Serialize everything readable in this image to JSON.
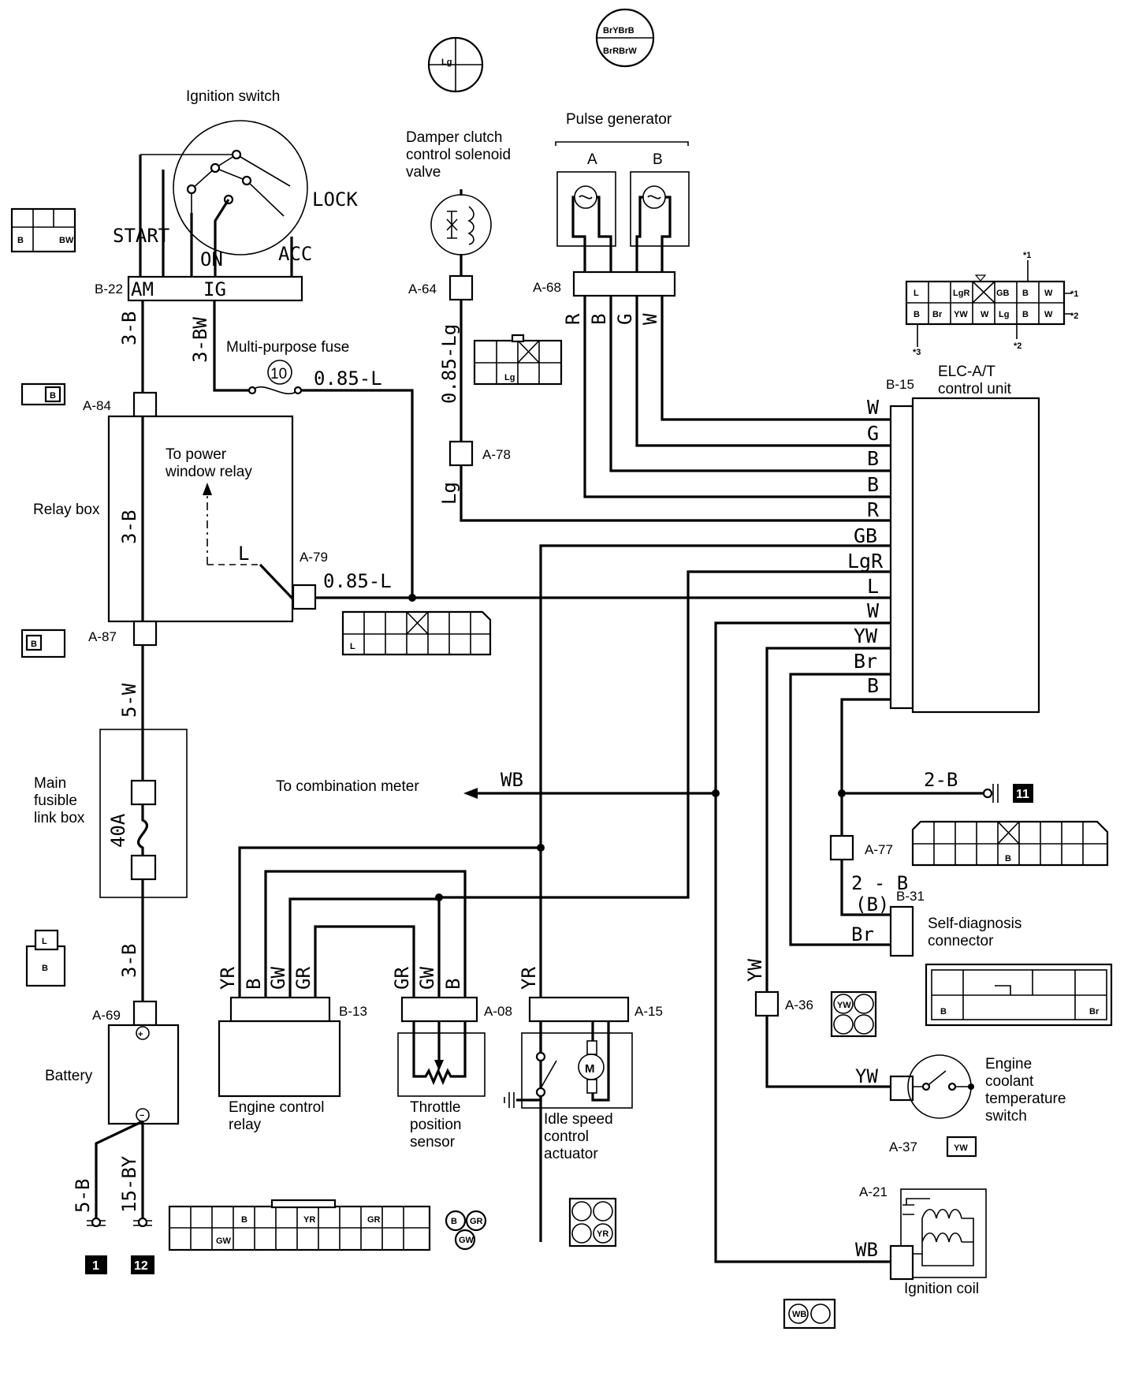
{
  "components": {
    "ignition_switch": "Ignition switch",
    "multi_purpose_fuse": "Multi-purpose fuse",
    "damper_clutch_valve": [
      "Damper clutch",
      "control solenoid",
      "valve"
    ],
    "pulse_generator": "Pulse generator",
    "elc_at_control_unit": [
      "ELC-A/T",
      "control unit"
    ],
    "relay_box": "Relay box",
    "to_power_window_relay": [
      "To power",
      "window relay"
    ],
    "main_fusible_link_box": [
      "Main",
      "fusible",
      "link box"
    ],
    "to_combination_meter": "To combination meter",
    "battery": "Battery",
    "engine_control_relay": [
      "Engine control",
      "relay"
    ],
    "throttle_position_sensor": [
      "Throttle",
      "position",
      "sensor"
    ],
    "idle_speed_control_actuator": [
      "Idle speed",
      "control",
      "actuator"
    ],
    "self_diagnosis_connector": [
      "Self-diagnosis",
      "connector"
    ],
    "engine_coolant_temp_switch": [
      "Engine",
      "coolant",
      "temperature",
      "switch"
    ],
    "ignition_coil": "Ignition coil"
  },
  "ignition_positions": [
    "START",
    "ON",
    "LOCK",
    "ACC"
  ],
  "ignition_terminals": [
    "AM",
    "IG"
  ],
  "pulse_generator_terminals": [
    "A",
    "B"
  ],
  "fuse_number": "10",
  "fuse_rating": "40A",
  "wire_labels": {
    "am": "3-B",
    "ig": "3-BW",
    "fuse_out": "0.85-L",
    "relay_out": "0.85-L",
    "relay_box": "3-B",
    "relay_to_fuse": "5-W",
    "fuse_to_battery": "3-B",
    "solenoid": "0.85-Lg",
    "solenoid_bottom": "Lg",
    "meter": "WB",
    "relay_internal": "L",
    "ground_11": "2-B",
    "diag_b": "2 - B",
    "diag_b2": "(B)",
    "diag_br": "Br",
    "battery_ground_1": "5-B",
    "battery_ground_12": "15-BY",
    "coolant_vertical": "YW",
    "coolant": "YW",
    "coil": "WB"
  },
  "connectors": {
    "B22": "B-22",
    "A84": "A-84",
    "A87": "A-87",
    "A69": "A-69",
    "A64": "A-64",
    "A78": "A-78",
    "A68": "A-68",
    "A79": "A-79",
    "B15": "B-15",
    "A77": "A-77",
    "B31": "B-31",
    "B13": "B-13",
    "A08": "A-08",
    "A15": "A-15",
    "A36": "A-36",
    "A37": "A-37",
    "A21": "A-21"
  },
  "pulse_wires": [
    "R",
    "B",
    "G",
    "W"
  ],
  "ecu_pins": [
    "W",
    "G",
    "B",
    "B",
    "R",
    "GB",
    "LgR",
    "L",
    "W",
    "YW",
    "Br",
    "B"
  ],
  "ecr_pins": [
    "YR",
    "B",
    "GW",
    "GR"
  ],
  "tps_pins": [
    "GR",
    "GW",
    "B"
  ],
  "isc_pins": [
    "YR"
  ],
  "ground_numbers": [
    "1",
    "12",
    "11"
  ],
  "notes": [
    "*1",
    "*2",
    "*3",
    "*1",
    "*2"
  ],
  "connector_pin_codes": {
    "ignition_face": [
      "B",
      "BW"
    ],
    "a84_face": [
      "B"
    ],
    "a87_face": [
      "B"
    ],
    "a69_face": [
      "L",
      "B"
    ],
    "solenoid_top": [
      "Lg"
    ],
    "pulse_top": [
      "BrYBrB",
      "BrRBrW"
    ],
    "a78_face": [
      "Lg"
    ],
    "a79_face": [
      "L"
    ],
    "b15_row1": [
      "L",
      "LgR",
      "GB",
      "B",
      "W"
    ],
    "b15_row2": [
      "B",
      "Br",
      "YW",
      "W",
      "Lg",
      "B",
      "W"
    ],
    "a77_face": [
      "B"
    ],
    "b31_face": [
      "B",
      "Br"
    ],
    "a36_face": [
      "YW"
    ],
    "a37_face": [
      "YW"
    ],
    "bottom_strip": [
      "B",
      "YR",
      "GR",
      "GW"
    ],
    "tps_face": [
      "B",
      "GR",
      "GW"
    ],
    "isc_face": [
      "YR"
    ],
    "coil_face": [
      "WB"
    ]
  }
}
